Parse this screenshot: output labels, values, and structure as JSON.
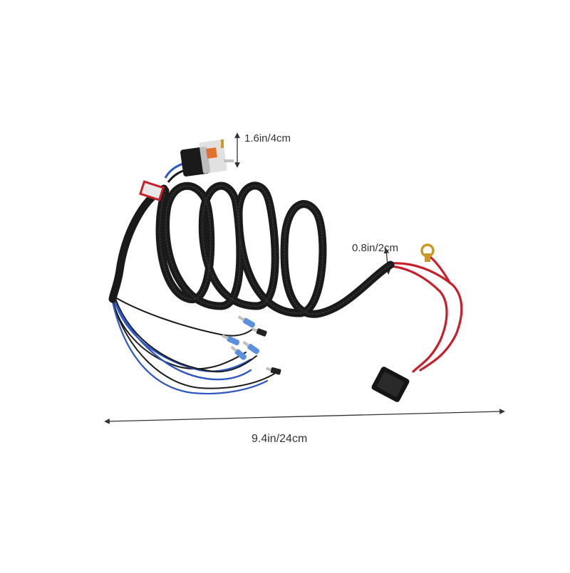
{
  "dimensions": {
    "relay_height": "1.6in/4cm",
    "wire_width": "0.8in/2cm",
    "overall_length": "9.4in/24cm"
  },
  "colors": {
    "background": "#ffffff",
    "sleeve": "#1a1a1a",
    "red_wire": "#c8202a",
    "blue_wire": "#2f58c0",
    "terminal_blue": "#5a8ee0",
    "fuse_holder": "#151515",
    "ring_terminal": "#c89a2a",
    "dimension_line": "#333333"
  }
}
